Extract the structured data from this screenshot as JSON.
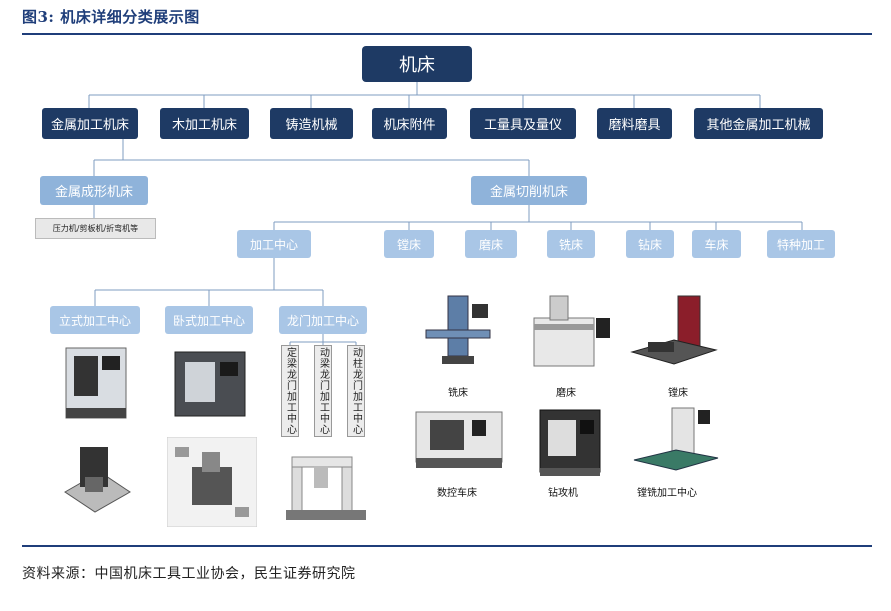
{
  "header": {
    "title": "图3: 机床详细分类展示图"
  },
  "footer": {
    "source": "资料来源：中国机床工具工业协会，民生证券研究院"
  },
  "diagram": {
    "root": "机床",
    "level1": [
      "金属加工机床",
      "木加工机床",
      "铸造机械",
      "机床附件",
      "工量具及量仪",
      "磨料磨具",
      "其他金属加工机械"
    ],
    "level2": [
      "金属成形机床",
      "金属切削机床"
    ],
    "forming_examples": "压力机/剪板机/折弯机等",
    "cutting_types": [
      "加工中心",
      "镗床",
      "磨床",
      "铣床",
      "钻床",
      "车床",
      "特种加工"
    ],
    "machining_centers": [
      "立式加工中心",
      "卧式加工中心",
      "龙门加工中心"
    ],
    "gantry_types": [
      "定梁龙门加工中心",
      "动梁龙门加工中心",
      "动柱龙门加工中心"
    ],
    "photo_captions": [
      "铣床",
      "磨床",
      "镗床",
      "数控车床",
      "钻攻机",
      "镗铣加工中心"
    ]
  }
}
